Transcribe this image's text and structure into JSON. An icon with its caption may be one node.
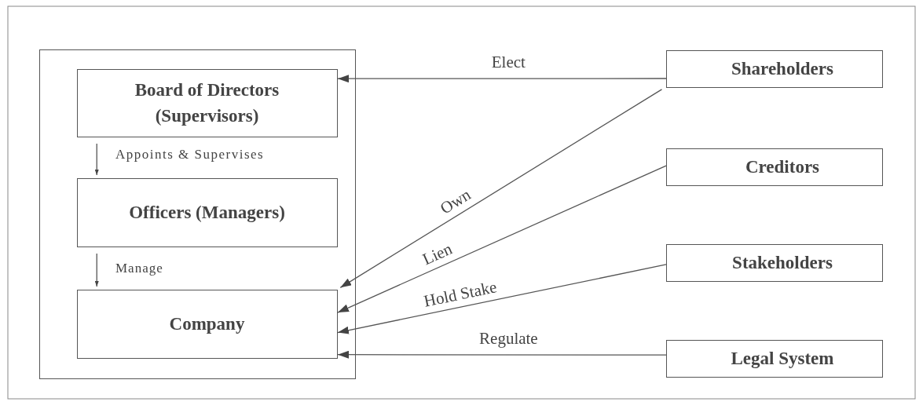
{
  "diagram": {
    "nodes": [
      {
        "text": [],
        "shape": "box"
      },
      {
        "text": [
          "Board of Directors (Supervisors)"
        ],
        "in": 0
      },
      {
        "text": [
          "Officers (Managers)"
        ],
        "in": 0
      },
      {
        "text": [
          "Company"
        ],
        "in": 0
      },
      {
        "text": [
          "Shareholders"
        ]
      },
      {
        "text": [
          "Creditors"
        ]
      },
      {
        "text": [
          "Stakeholders"
        ]
      },
      {
        "text": [
          "Legal System"
        ]
      }
    ],
    "edges": [
      {
        "from": 1,
        "to": 2,
        "arrow": "to",
        "label": "Appoints & Supervises"
      },
      {
        "from": 2,
        "to": 3,
        "arrow": "to",
        "label": "Manage"
      },
      {
        "from": 4,
        "to": 1,
        "arrow": "to",
        "label": "Elect"
      },
      {
        "from": 4,
        "to": 3,
        "arrow": "to",
        "label": "Own"
      },
      {
        "from": 5,
        "to": 3,
        "arrow": "to",
        "label": "Lien"
      },
      {
        "from": 6,
        "to": 3,
        "arrow": "to",
        "label": "Hold Stake"
      },
      {
        "from": 7,
        "to": 3,
        "arrow": "to",
        "label": "Regulate"
      }
    ]
  }
}
